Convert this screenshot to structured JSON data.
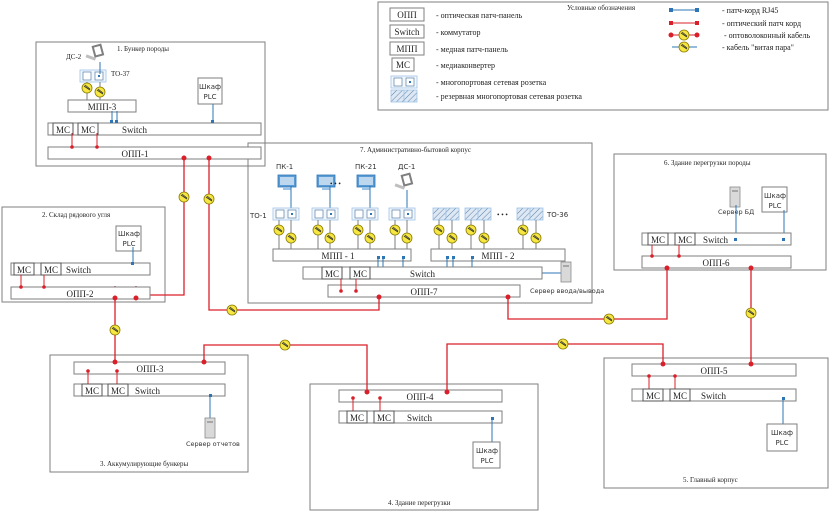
{
  "legend": {
    "title": "Условные обозначения",
    "items": [
      {
        "symbol": "ОПП",
        "text": "- оптическая патч-панель"
      },
      {
        "symbol": "Switch",
        "text": "- коммутатор"
      },
      {
        "symbol": "МПП",
        "text": "- медная патч-панель"
      },
      {
        "symbol": "МС",
        "text": "- медиаконвертер"
      },
      {
        "symbol": "outlet-icon",
        "text": "- многопортовая сетевая розетка"
      },
      {
        "symbol": "reserve-outlet-icon",
        "text": "- резервная многопортовая сетевая розетка"
      }
    ],
    "lines": [
      {
        "symbol": "rj45-patch-cord",
        "text": "- патч-корд RJ45",
        "color": "#2e75b6"
      },
      {
        "symbol": "optical-patch-cord",
        "text": "- оптический патч корд",
        "color": "#d9202a"
      },
      {
        "symbol": "fiber-cable",
        "text": "- оптоволоконный кабель",
        "color": "#d9202a"
      },
      {
        "symbol": "twisted-pair",
        "text": "- кабель \"витая пара\"",
        "color": "#2e75b6"
      }
    ]
  },
  "colors": {
    "fiber": "#d9202a",
    "copper": "#2e75b6",
    "marker": "#f5e642",
    "box": "#7f7f7f"
  },
  "buildings": {
    "b1": {
      "title": "1. Бункер породы",
      "opp": "ОПП-1",
      "mpp": "МПП-3",
      "switch": "Switch",
      "mc": "МС",
      "plc1": "Шкаф",
      "plc2": "PLC",
      "ds": "ДС-2",
      "to": "ТО-37"
    },
    "b2": {
      "title": "2. Склад рядового угля",
      "opp": "ОПП-2",
      "switch": "Switch",
      "mc": "МС",
      "plc1": "Шкаф",
      "plc2": "PLC"
    },
    "b3": {
      "title": "3. Аккумулирующие бункеры",
      "opp": "ОПП-3",
      "switch": "Switch",
      "mc": "МС",
      "server": "Сервер отчетов"
    },
    "b4": {
      "title": "4. Здание перегрузки",
      "opp": "ОПП-4",
      "switch": "Switch",
      "mc": "МС",
      "plc1": "Шкаф",
      "plc2": "PLC"
    },
    "b5": {
      "title": "5. Главный корпус",
      "opp": "ОПП-5",
      "switch": "Switch",
      "mc": "МС",
      "plc1": "Шкаф",
      "plc2": "PLC"
    },
    "b6": {
      "title": "6. Здание перегрузки породы",
      "opp": "ОПП-6",
      "switch": "Switch",
      "mc": "МС",
      "plc1": "Шкаф",
      "plc2": "PLC",
      "server": "Сервер БД"
    },
    "b7": {
      "title": "7. Административно-бытовой корпус",
      "opp": "ОПП-7",
      "mpp1": "МПП - 1",
      "mpp2": "МПП - 2",
      "switch": "Switch",
      "mc": "МС",
      "server": "Сервер ввода/вывода",
      "pc1": "ПК-1",
      "pc21": "ПК-21",
      "ds": "ДС-1",
      "to1": "ТО-1",
      "to36": "ТО-36",
      "dots": "• • •"
    }
  }
}
